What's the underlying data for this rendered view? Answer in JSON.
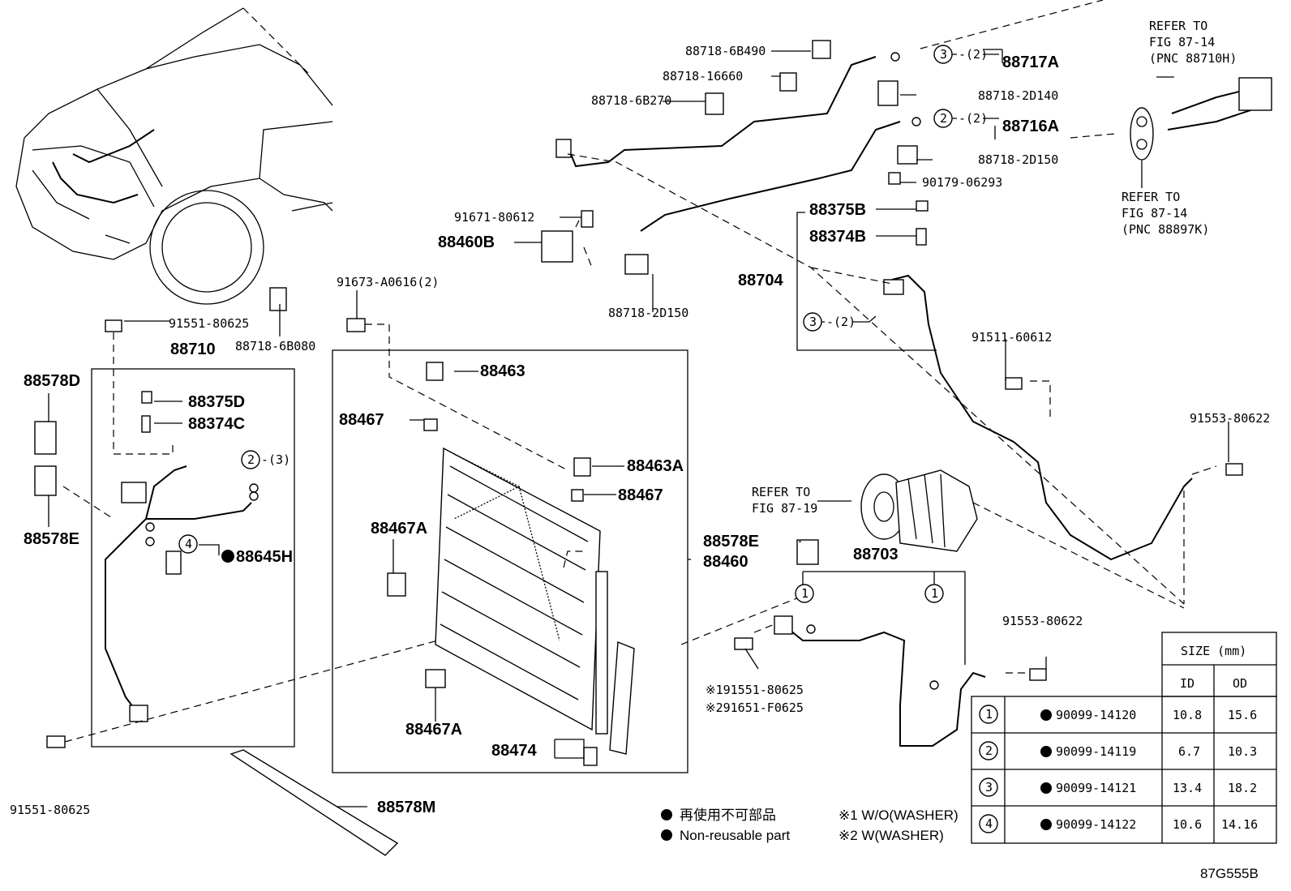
{
  "labels": {
    "l_88718_6B490": "88718-6B490",
    "l_88718_16660": "88718-16660",
    "l_88718_6B270": "88718-6B270",
    "l_88718_2D140": "88718-2D140",
    "l_88718_2D150": "88718-2D150",
    "l_90179_06293": "90179-06293",
    "l_91671_80612": "91671-80612",
    "l_91673_A0616": "91673-A0616(2)",
    "l_91551_80625": "91551-80625",
    "l_88718_6B080": "88718-6B080",
    "l_91511_60612": "91511-60612",
    "l_91553_80622": "91553-80622",
    "l_note1": "※191551-80625",
    "l_note2": "※291651-F0625",
    "l_88717A": "88717A",
    "l_88716A": "88716A",
    "l_88375B": "88375B",
    "l_88374B": "88374B",
    "l_88704": "88704",
    "l_88460B": "88460B",
    "l_88710": "88710",
    "l_88463": "88463",
    "l_88467": "88467",
    "l_88463A": "88463A",
    "l_88467A": "88467A",
    "l_88474": "88474",
    "l_88578M": "88578M",
    "l_88578D": "88578D",
    "l_88578E": "88578E",
    "l_88375D": "88375D",
    "l_88374C": "88374C",
    "l_88645H": "88645H",
    "l_88460": "88460",
    "l_88703": "88703",
    "refer_to": "REFER TO",
    "fig_87_19": "FIG 87-19",
    "fig_87_14": "FIG 87-14",
    "pnc_88710H": "(PNC 88710H)",
    "pnc_88897K": "(PNC 88897K)"
  },
  "callouts": {
    "c1": "1",
    "c2": "2",
    "c3": "3",
    "c4": "4",
    "q2": "-(2)",
    "q3": "-(3)"
  },
  "legend": {
    "jp": "再使用不可部品",
    "en": "Non-reusable part",
    "note1": "※1 W/O(WASHER)",
    "note2": "※2 W(WASHER)"
  },
  "size_table": {
    "header": "SIZE (mm)",
    "col_id": "ID",
    "col_od": "OD",
    "rows": [
      {
        "no": "1",
        "part": "90099-14120",
        "id": "10.8",
        "od": "15.6"
      },
      {
        "no": "2",
        "part": "90099-14119",
        "id": "6.7",
        "od": "10.3"
      },
      {
        "no": "3",
        "part": "90099-14121",
        "id": "13.4",
        "od": "18.2"
      },
      {
        "no": "4",
        "part": "90099-14122",
        "id": "10.6",
        "od": "14.16"
      }
    ]
  },
  "figure_code": "87G555B"
}
